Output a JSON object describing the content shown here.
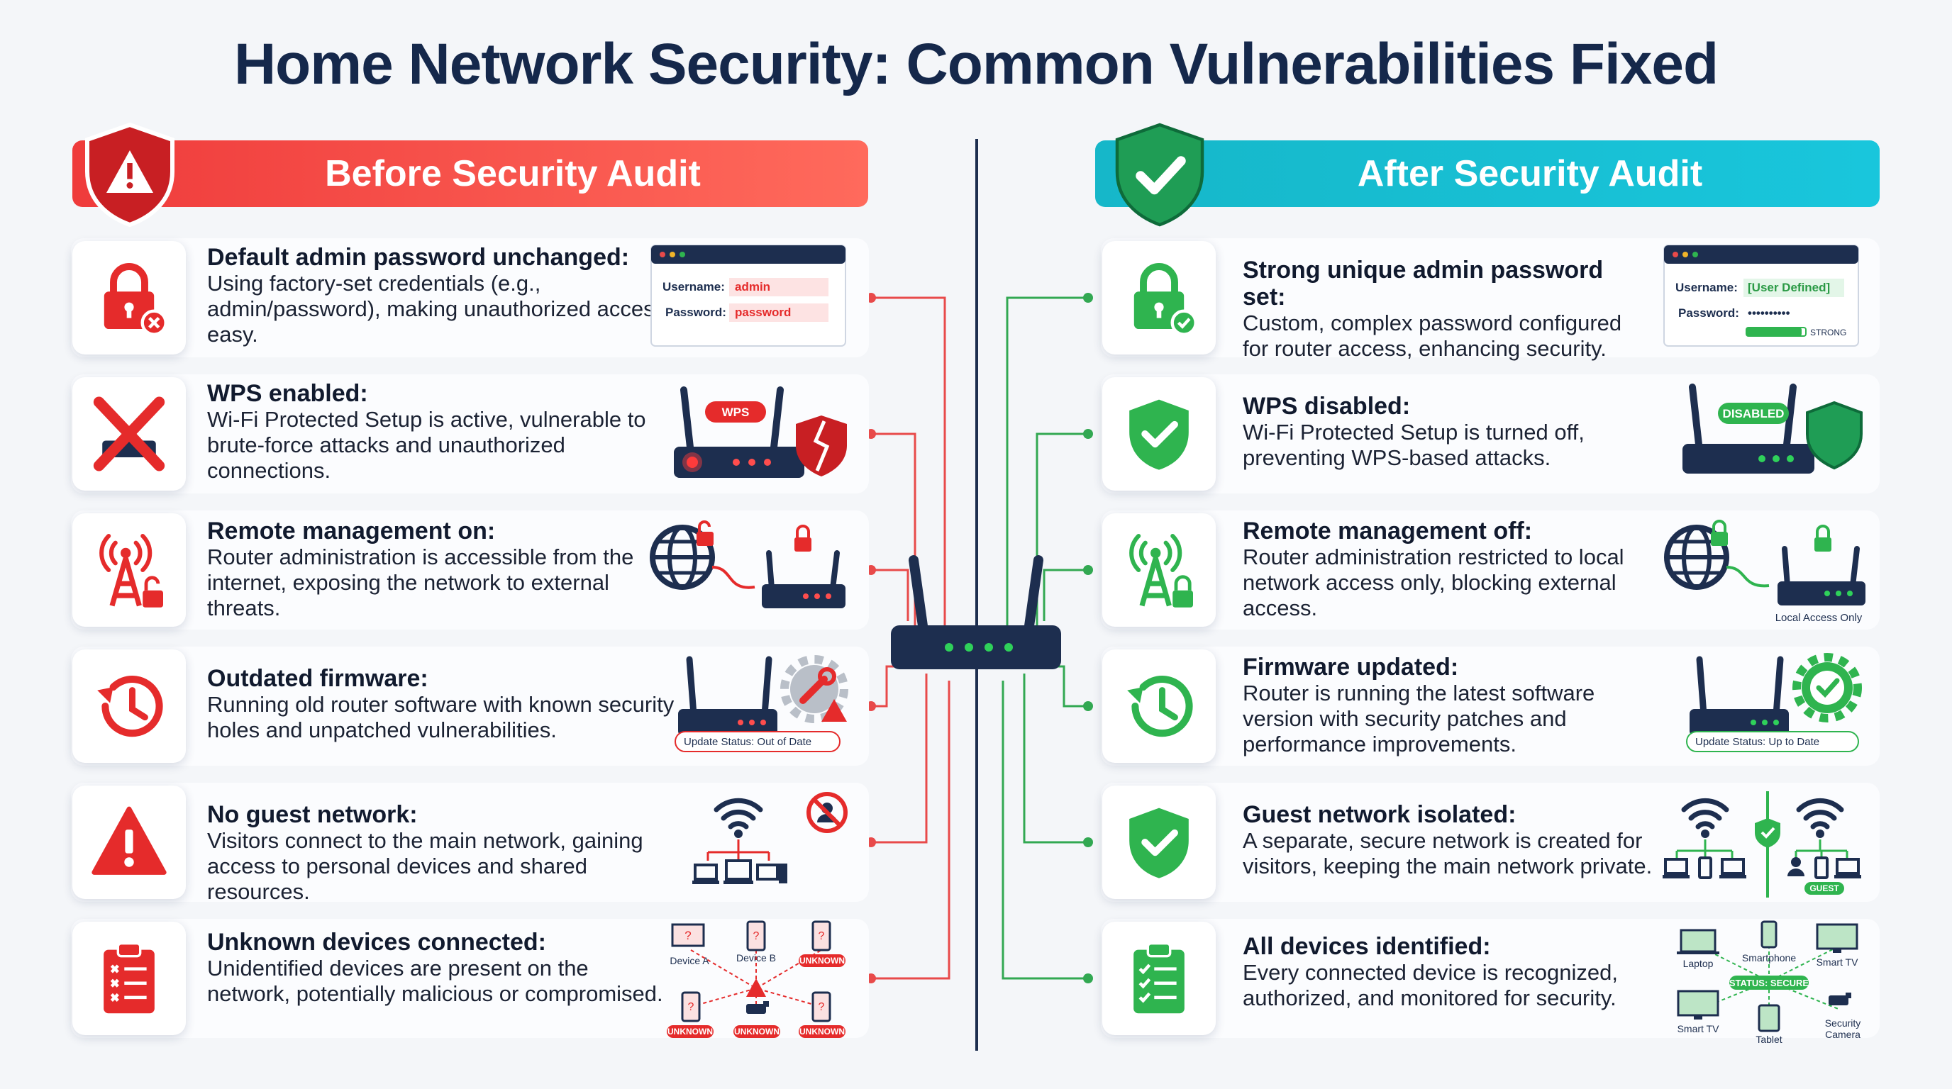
{
  "title": "Home Network Security: Common Vulnerabilities Fixed",
  "colors": {
    "danger": "#e52b2b",
    "safe": "#2fb44f",
    "navy": "#15284b",
    "teal": "#16b7c9"
  },
  "before": {
    "header": "Before Security Audit",
    "items": [
      {
        "heading": "Default admin password unchanged:",
        "description": "Using factory-set credentials (e.g., admin/password), making unauthorized access easy.",
        "icon": "lock-x-icon"
      },
      {
        "heading": "WPS enabled:",
        "description": "Wi-Fi Protected Setup is active, vulnerable to brute-force attacks and unauthorized connections.",
        "icon": "x-router-icon"
      },
      {
        "heading": "Remote management on:",
        "description": "Router administration is accessible from the internet, exposing the network to external threats.",
        "icon": "antenna-unlock-icon"
      },
      {
        "heading": "Outdated firmware:",
        "description": "Running old router software with known security holes and unpatched vulnerabilities.",
        "icon": "clock-history-icon"
      },
      {
        "heading": "No guest network:",
        "description": "Visitors connect to the main network, gaining access to personal devices and shared resources.",
        "icon": "warning-icon"
      },
      {
        "heading": "Unknown devices connected:",
        "description": "Unidentified devices are present on the network, potentially malicious or compromised.",
        "icon": "clipboard-x-icon"
      }
    ],
    "login": {
      "username_label": "Username:",
      "username": "admin",
      "password_label": "Password:",
      "password": "password"
    },
    "wps_tag": "WPS",
    "update_status": "Update Status: Out of Date",
    "devices": {
      "a": "Device A",
      "b": "Device B",
      "unknown": "UNKNOWN"
    }
  },
  "after": {
    "header": "After Security Audit",
    "items": [
      {
        "heading": "Strong unique admin password set:",
        "description": "Custom, complex password configured for router access, enhancing security.",
        "icon": "lock-check-icon"
      },
      {
        "heading": "WPS disabled:",
        "description": "Wi-Fi Protected Setup is turned off, preventing WPS-based attacks.",
        "icon": "shield-check-icon"
      },
      {
        "heading": "Remote management off:",
        "description": "Router administration restricted to local network access only, blocking external access.",
        "icon": "antenna-lock-icon"
      },
      {
        "heading": "Firmware updated:",
        "description": "Router is running the latest software version with security patches and performance improvements.",
        "icon": "clock-history-icon"
      },
      {
        "heading": "Guest network isolated:",
        "description": "A separate, secure network is created for visitors, keeping the main network private.",
        "icon": "shield-check-icon"
      },
      {
        "heading": "All devices identified:",
        "description": "Every connected device is recognized, authorized, and monitored for security.",
        "icon": "clipboard-check-icon"
      }
    ],
    "login": {
      "username_label": "Username:",
      "username": "[User Defined]",
      "password_label": "Password:",
      "password": "••••••••••",
      "strength": "STRONG"
    },
    "disabled_tag": "DISABLED",
    "local_access": "Local Access Only",
    "update_status": "Update Status: Up to Date",
    "guest_tag": "GUEST",
    "devices": {
      "laptop": "Laptop",
      "smartphone": "Smartphone",
      "smart_tv": "Smart TV",
      "status": "STATUS: SECURE",
      "smart_tv_2": "Smart TV",
      "tablet": "Tablet",
      "camera_1": "Security",
      "camera_2": "Camera"
    }
  }
}
